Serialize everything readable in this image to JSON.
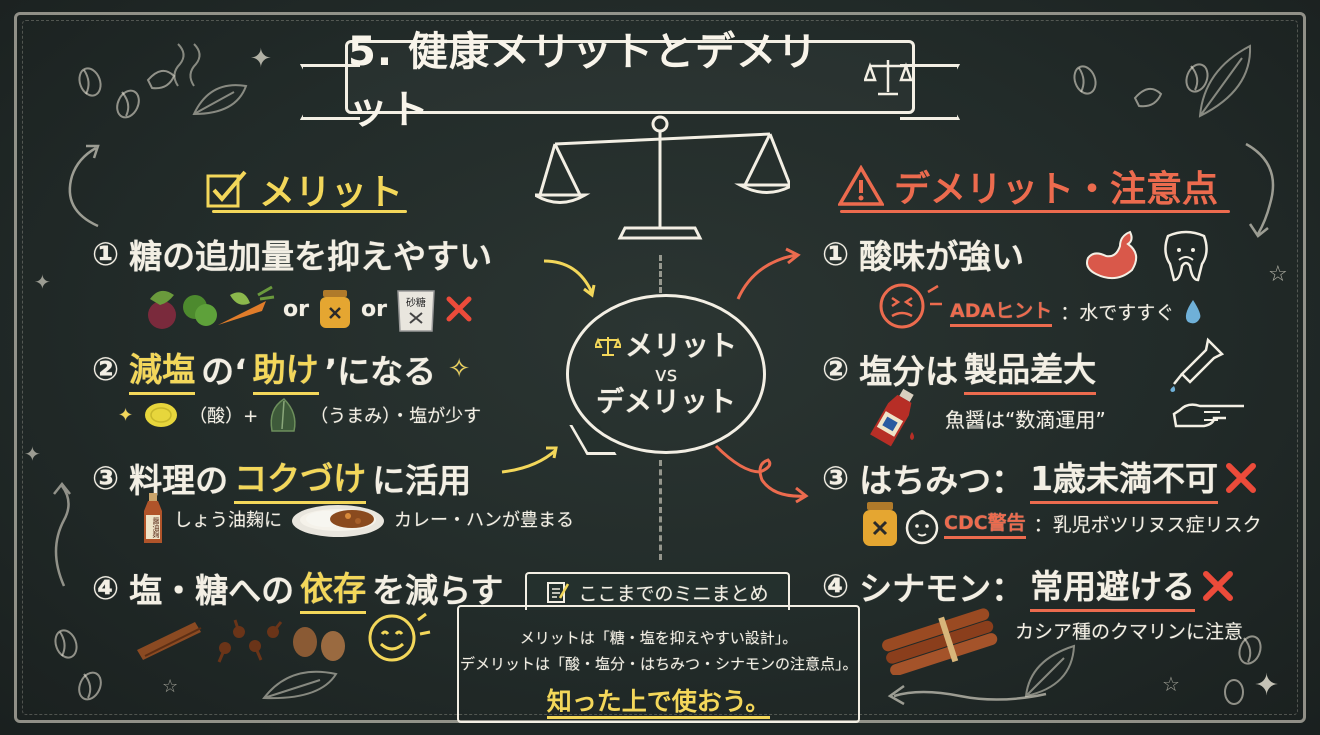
{
  "title": "5. 健康メリットとデメリット",
  "merit": {
    "heading": "メリット",
    "items": [
      {
        "num": "①",
        "text": "糖の追加量を抑えやすい"
      },
      {
        "num": "②",
        "pre": "減塩",
        "mid": "の‘",
        "emph": "助け",
        "post": "’になる"
      },
      {
        "num": "③",
        "pre": "料理の",
        "emph": "コクづけ",
        "post": "に活用"
      },
      {
        "num": "④",
        "pre": "塩・糖への",
        "emph": "依存",
        "post": "を減らす"
      }
    ],
    "sub1": {
      "or1": "or",
      "or2": "or",
      "sugar_label": "砂糖"
    },
    "sub2": {
      "acid": "（酸）+",
      "umami": "（うまみ）・塩が少す"
    },
    "sub3": {
      "bottle_label": "醤油麹",
      "koji": "しょう油麹に",
      "dish": "カレー・ハンが豊まる"
    }
  },
  "demerit": {
    "heading": "デメリット・注意点",
    "items": [
      {
        "num": "①",
        "text": "酸味が強い"
      },
      {
        "num": "②",
        "pre": "塩分は",
        "emph": "製品差大"
      },
      {
        "num": "③",
        "pre": "はちみつ：",
        "emph": "1歳未満不可"
      },
      {
        "num": "④",
        "pre": "シナモン：",
        "emph": "常用避ける"
      }
    ],
    "notes": {
      "ada_label": "ADAヒント",
      "ada_text": "：水ですすぐ",
      "fish": "魚醤は“数滴運用”",
      "cdc_label": "CDC警告",
      "cdc_text": "：乳児ボツリヌス症リスク",
      "cassia": "カシア種のクマリンに注意"
    }
  },
  "center": {
    "line1": "メリット",
    "vs": "vs",
    "line2": "デメリット"
  },
  "summary": {
    "tab": "ここまでのミニまとめ",
    "line1": "メリットは「糖・塩を抑えやすい設計」。",
    "line2": "デメリットは「酸・塩分・はちみつ・シナモンの注意点」。",
    "final": "知った上で使おう。"
  },
  "colors": {
    "board": "#222b29",
    "chalk": "#f3efe4",
    "merit_accent": "#f3d75a",
    "demerit_accent": "#ec6b4e",
    "cross": "#ec4b3a"
  },
  "icons": {
    "banner_scale": "balance-scale-icon",
    "check": "checkbox-icon",
    "warning": "warning-triangle-icon",
    "stomach": "stomach-icon",
    "tooth": "tooth-icon",
    "sour_face": "sour-face-icon",
    "drop": "water-drop-icon",
    "dropper": "dropper-icon",
    "fish_sauce": "fish-sauce-bottle-icon",
    "honey": "honey-jar-icon",
    "baby": "baby-face-icon",
    "cinnamon": "cinnamon-sticks-icon",
    "smile": "smile-face-icon",
    "memo": "memo-icon"
  }
}
